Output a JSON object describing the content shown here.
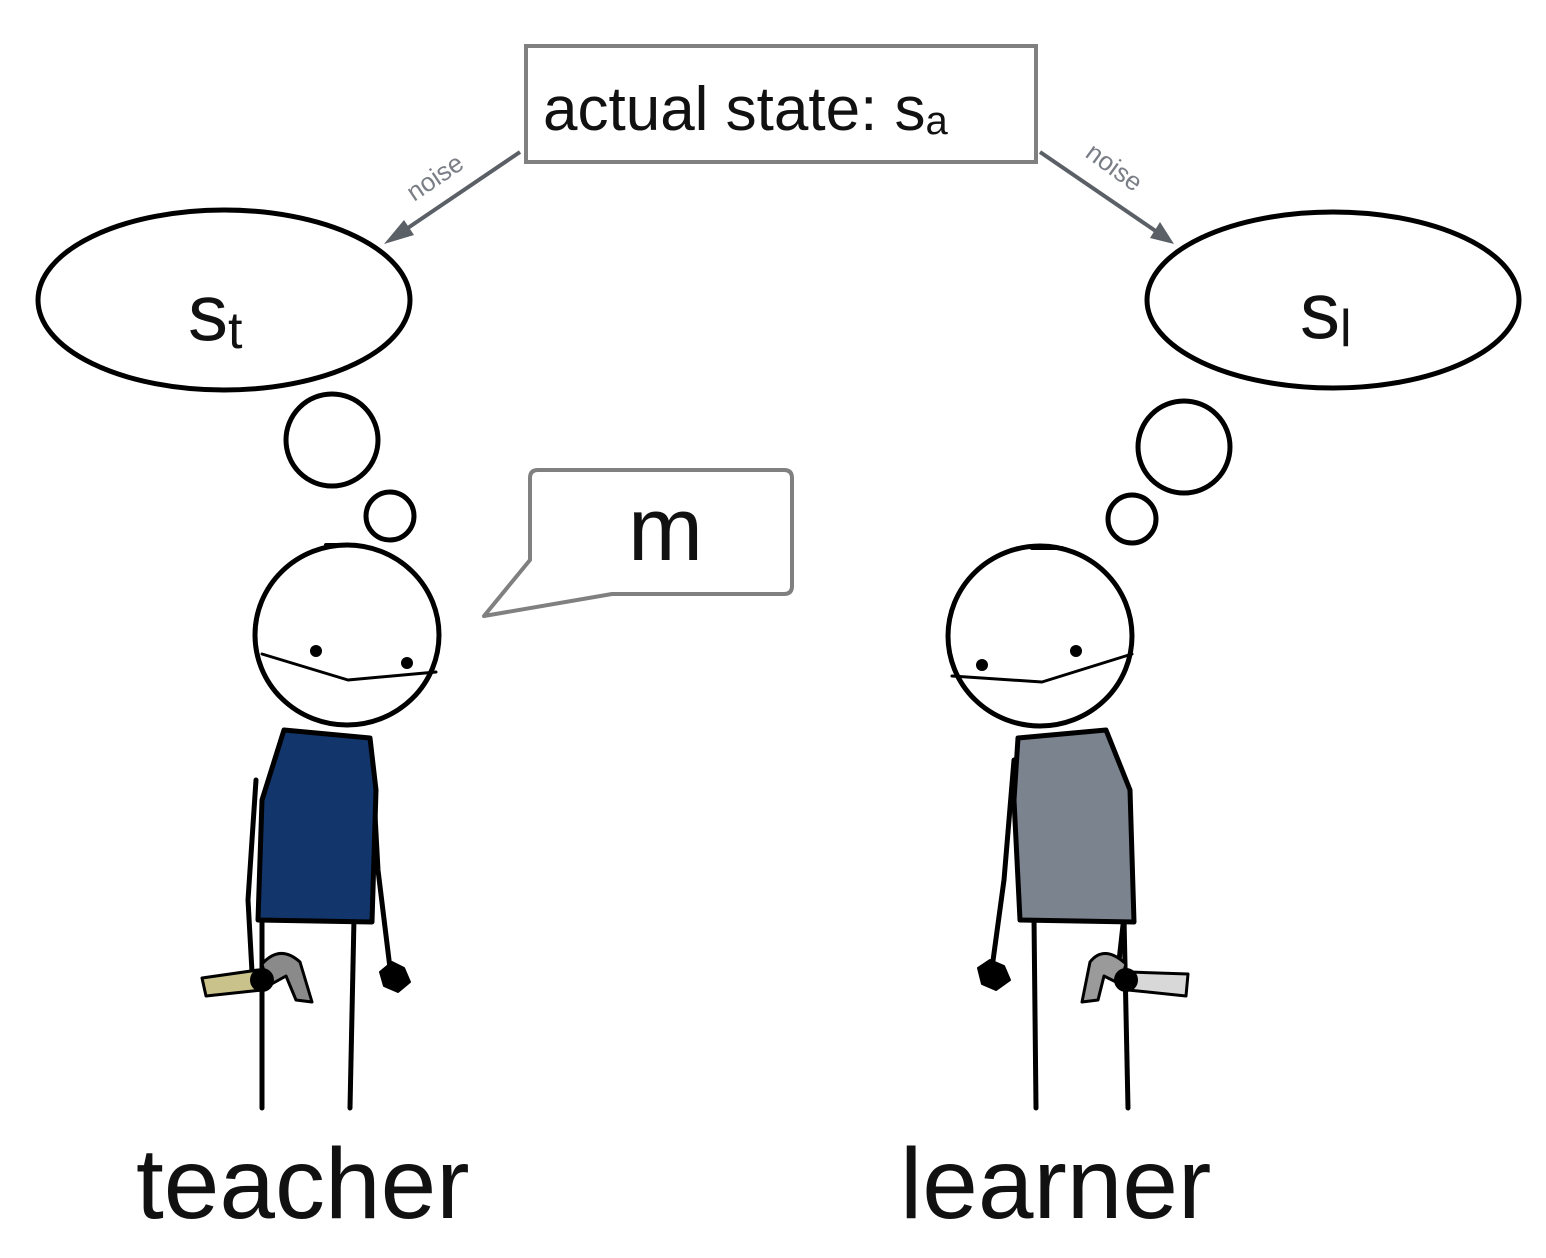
{
  "state_box": {
    "label": "actual state: s",
    "subscript": "a"
  },
  "edges": {
    "left_label": "noise",
    "right_label": "noise"
  },
  "teacher": {
    "belief": "s",
    "belief_subscript": "t",
    "message": "m",
    "label": "teacher",
    "shirt_color": "#12366b"
  },
  "learner": {
    "belief": "s",
    "belief_subscript": "l",
    "label": "learner",
    "shirt_color": "#7b838f"
  },
  "colors": {
    "arrow": "#5b5f66",
    "box_border": "#808080",
    "ink": "#000000"
  }
}
